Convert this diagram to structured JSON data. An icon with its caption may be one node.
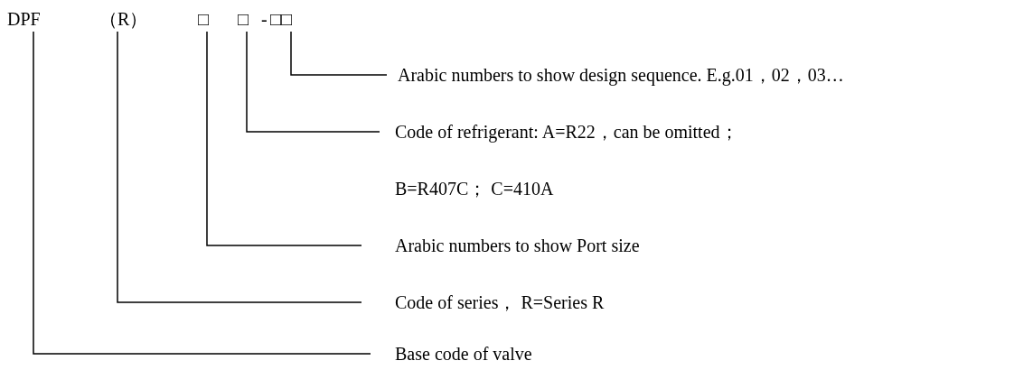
{
  "diagram": {
    "nodes": [
      {
        "text": [
          "DPF"
        ]
      },
      {
        "text": [
          "（R）"
        ]
      },
      {
        "text": [
          "□"
        ]
      },
      {
        "text": [
          "□"
        ]
      },
      {
        "text": [
          "□□"
        ]
      },
      {
        "text": [
          "Arabic numbers to show design sequence. E.g.01，02，03…"
        ]
      },
      {
        "text": [
          "Code of refrigerant: A=R22，can be omitted；",
          "B=R407C； C=410A"
        ]
      },
      {
        "text": [
          "Arabic numbers to show Port size"
        ]
      },
      {
        "text": [
          "Code of series， R=Series R"
        ]
      },
      {
        "text": [
          "Base code of valve"
        ]
      }
    ],
    "edges": [
      {
        "from": 4,
        "to": 5,
        "arrow": "none"
      },
      {
        "from": 3,
        "to": 6,
        "arrow": "none"
      },
      {
        "from": 2,
        "to": 7,
        "arrow": "none"
      },
      {
        "from": 1,
        "to": 8,
        "arrow": "none"
      },
      {
        "from": 0,
        "to": 9,
        "arrow": "none"
      }
    ],
    "labels": [
      "-"
    ]
  }
}
